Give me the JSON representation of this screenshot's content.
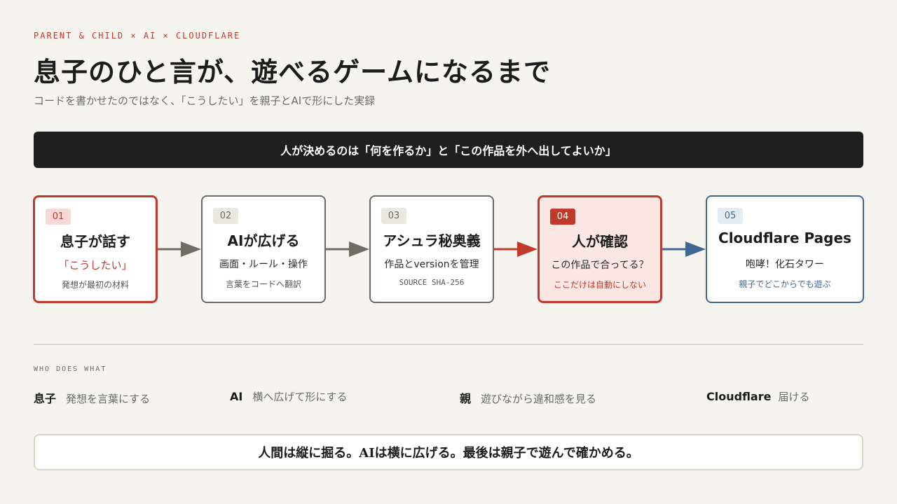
{
  "header": {
    "kicker": "PARENT & CHILD × AI × CLOUDFLARE",
    "title": "息子のひと言が、遊べるゲームになるまで",
    "subtitle": "コードを書かせたのではなく、「こうしたい」を親子とAIで形にした実録"
  },
  "banner": {
    "text": "人が決めるのは「何を作るか」と「この作品を外へ出してよいか」"
  },
  "colors": {
    "accent_red": "#c0392b",
    "accent_blue": "#3f6790",
    "neutral": "#6f6c62",
    "dark": "#1f1f1f"
  },
  "steps": [
    {
      "num": "01",
      "title": "息子が話す",
      "line2": "「こうしたい」",
      "line3": "発想が最初の材料"
    },
    {
      "num": "02",
      "title": "AIが広げる",
      "line2": "画面・ルール・操作",
      "line3": "言葉をコードへ翻訳"
    },
    {
      "num": "03",
      "title": "アシュラ秘奥義",
      "line2": "作品とversionを管理",
      "line3": "SOURCE SHA-256"
    },
    {
      "num": "04",
      "title": "人が確認",
      "line2": "この作品で合ってる？",
      "line3": "ここだけは自動にしない"
    },
    {
      "num": "05",
      "title": "Cloudflare Pages",
      "line2": "咆哮！化石タワー",
      "line3": "親子でどこからでも遊ぶ"
    }
  ],
  "who_does_what": {
    "label": "WHO DOES WHAT",
    "roles": [
      {
        "who": "息子",
        "what": "発想を言葉にする"
      },
      {
        "who": "AI",
        "what": "横へ広げて形にする"
      },
      {
        "who": "親",
        "what": "遊びながら違和感を見る"
      },
      {
        "who": "Cloudflare",
        "what": "届ける"
      }
    ]
  },
  "closing": {
    "text": "人間は縦に掘る。AIは横に広げる。最後は親子で遊んで確かめる。"
  }
}
